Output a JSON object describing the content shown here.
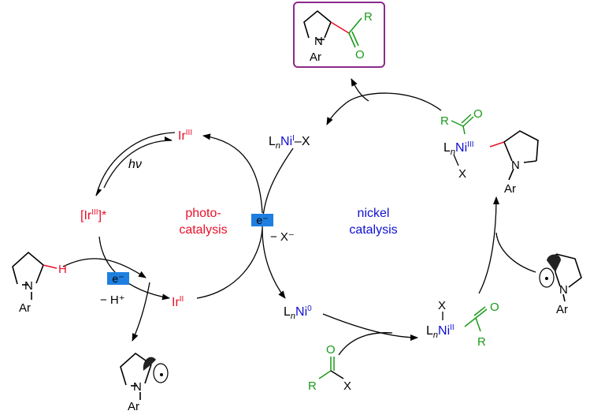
{
  "colors": {
    "ink": "#000000",
    "iridium": "#e8102a",
    "nickel": "#1010d0",
    "acyl": "#1a9a1a",
    "electron_box": "#1e7fe0",
    "product_frame": "#8b2a8b"
  },
  "labels": {
    "photo_cycle": [
      "photo-",
      "catalysis"
    ],
    "nickel_cycle": [
      "nickel",
      "catalysis"
    ],
    "hv": "hν",
    "electron": "e⁻",
    "minus_h": "− H⁺",
    "minus_x": "− X⁻"
  },
  "iridium_species": {
    "ir3": {
      "symbol": "Ir",
      "ox": "III"
    },
    "ir3_excited": {
      "open": "[Ir",
      "ox": "III",
      "close": "]*"
    },
    "ir2": {
      "symbol": "Ir",
      "ox": "II"
    }
  },
  "nickel_species": {
    "ni1": {
      "ligand": "L",
      "n": "n",
      "metal": "Ni",
      "ox": "I",
      "bond": "–X"
    },
    "ni0": {
      "ligand": "L",
      "n": "n",
      "metal": "Ni",
      "ox": "0"
    },
    "ni2": {
      "x": "X",
      "ligand": "L",
      "n": "n",
      "metal": "Ni",
      "ox": "II",
      "o": "O",
      "r": "R"
    },
    "ni3": {
      "r": "R",
      "o": "O",
      "ligand": "L",
      "n": "n",
      "metal": "Ni",
      "ox": "III",
      "x": "X",
      "n_atom": "N",
      "ar": "Ar"
    }
  },
  "molecules": {
    "amine": {
      "n": "N",
      "ar": "Ar",
      "h": "H"
    },
    "radical_bottom": {
      "n": "N",
      "ar": "Ar"
    },
    "radical_right": {
      "n": "N",
      "ar": "Ar"
    },
    "acyl_halide": {
      "o": "O",
      "r": "R",
      "x": "X"
    },
    "product": {
      "n": "N",
      "ar": "Ar",
      "o": "O",
      "r": "R"
    }
  }
}
